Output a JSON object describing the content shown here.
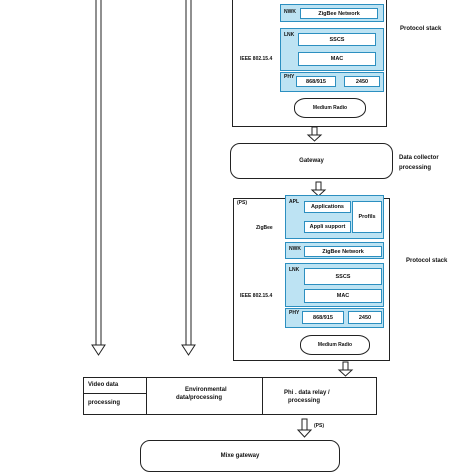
{
  "top_stack": {
    "nwk": "NWK",
    "zigbee_network": "ZigBee Network",
    "lnk": "LNK",
    "sscs": "SSCS",
    "mac": "MAC",
    "ieee": "IEEE 802.15.4",
    "phy": "PHY",
    "band1": "868/915",
    "band2": "2450",
    "medium": "Medium Radio",
    "label": "Protocol stack"
  },
  "gateway": {
    "label": "Gateway",
    "note_line1": "Data collector",
    "note_line2": "processing"
  },
  "bottom_stack": {
    "ps": "(PS)",
    "apl": "APL",
    "applications": "Applications",
    "appli_support": "Appli support",
    "profils": "Profils",
    "zigbee": "ZigBee",
    "nwk": "NWK",
    "zigbee_network": "ZigBee Network",
    "lnk": "LNK",
    "sscs": "SSCS",
    "mac": "MAC",
    "ieee": "IEEE 802.15.4",
    "phy": "PHY",
    "band1": "868/915",
    "band2": "2450",
    "medium": "Medium Radio",
    "label": "Protocol stack"
  },
  "processing": {
    "video_line1": "Video data",
    "video_line2": "processing",
    "env_line1": "Environmental",
    "env_line2": "data/processing",
    "phi_line1": "Phi . data relay /",
    "phi_line2": "processing"
  },
  "arrow_label": "(PS)",
  "mixe_gateway": "Mixe gateway"
}
